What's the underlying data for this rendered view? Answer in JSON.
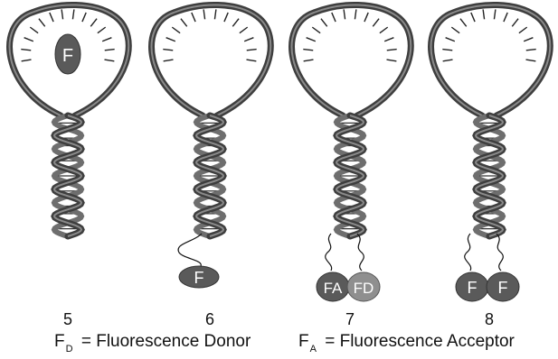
{
  "colors": {
    "strand_dark": "#3e3e3e",
    "strand_light": "#8a8a8a",
    "fluorophore_dark": "#5a5a5a",
    "fluorophore_light": "#8f8f8f",
    "text": "#111111"
  },
  "probes": [
    {
      "number": "5",
      "fluor_labels": [
        "F"
      ],
      "fluor_position": "inside-loop"
    },
    {
      "number": "6",
      "fluor_labels": [
        "F"
      ],
      "fluor_position": "tethered-below-stem"
    },
    {
      "number": "7",
      "fluor_labels": [
        "FA",
        "FD"
      ],
      "fluor_position": "tethered-pair-below-stem"
    },
    {
      "number": "8",
      "fluor_labels": [
        "F",
        "F"
      ],
      "fluor_position": "tethered-pair-below-stem"
    }
  ],
  "legend": {
    "donor": {
      "symbol": "F",
      "subscript": "D",
      "text": "= Fluorescence Donor"
    },
    "acceptor": {
      "symbol": "F",
      "subscript": "A",
      "text": "= Fluorescence Acceptor"
    }
  }
}
